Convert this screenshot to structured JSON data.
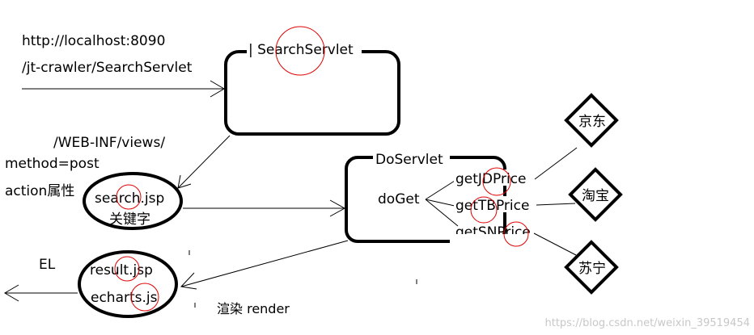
{
  "url_line1": "http://localhost:8090",
  "url_line2": "/jt-crawler/SearchServlet",
  "search_servlet_label": "| SearchServlet",
  "views_path": "/WEB-INF/views/",
  "method_label": "method=post",
  "action_label": "action属性",
  "search_jsp_label": "search.jsp",
  "keyword_label": "关键字",
  "do_servlet_label": "DoServlet",
  "do_get_label": "doGet",
  "price_methods": [
    "getJDPrice",
    "getTBPrice",
    "getSNPrice"
  ],
  "shops": [
    "京东",
    "淘宝",
    "苏宁"
  ],
  "result_jsp_label": "result.jsp",
  "echarts_label": "echarts.js",
  "el_label": "EL",
  "render_label": "渲染 render",
  "watermark": "https://blog.csdn.net/weixin_39519454"
}
